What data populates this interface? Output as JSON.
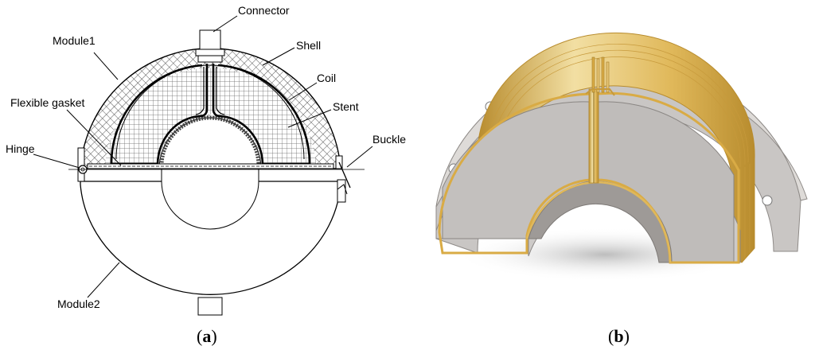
{
  "panel_a": {
    "labels": {
      "connector": "Connector",
      "module1": "Module1",
      "shell": "Shell",
      "coil": "Coil",
      "stent": "Stent",
      "flexible_gasket": "Flexible gasket",
      "hinge": "Hinge",
      "buckle": "Buckle",
      "module2": "Module2"
    },
    "caption": {
      "open": "(",
      "letter": "a",
      "close": ")"
    }
  },
  "panel_b": {
    "caption": {
      "open": "(",
      "letter": "b",
      "close": ")"
    }
  },
  "colors": {
    "line": "#000000",
    "hatch": "#555555",
    "housing_face": "#c9c6c4",
    "housing_side": "#a9a5a2",
    "housing_top": "#dedbd8",
    "coil_gold": "#e0b85a",
    "coil_light": "#f2dfa3",
    "coil_dark": "#b88c2e",
    "shadow": "#d9d9d9"
  }
}
